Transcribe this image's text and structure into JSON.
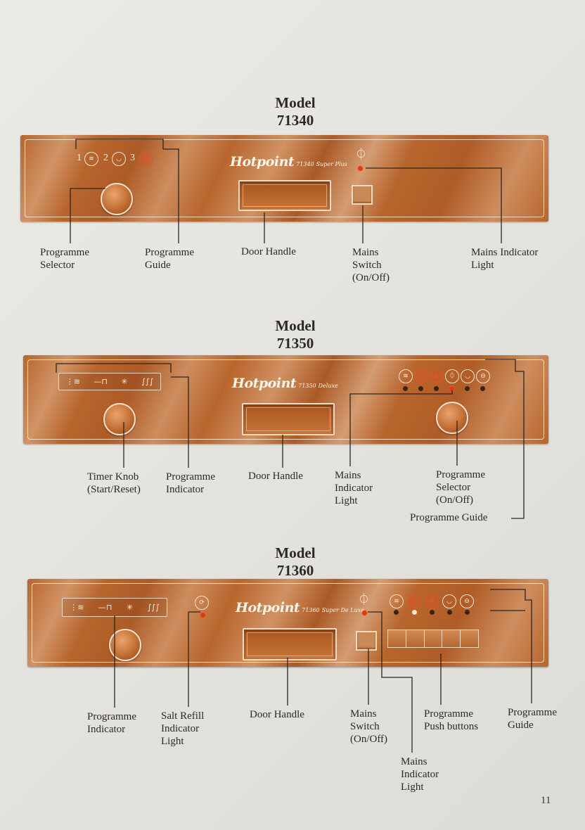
{
  "brand": "Hotpoint",
  "models": [
    {
      "title_line1": "Model",
      "title_line2": "71340",
      "badge": "71340",
      "badge_sub": "Super Plus",
      "guide_numbers": [
        "1",
        "2",
        "3"
      ],
      "labels": {
        "programme_selector": [
          "Programme",
          "Selector"
        ],
        "programme_guide": [
          "Programme",
          "Guide"
        ],
        "door_handle": [
          "Door Handle"
        ],
        "mains_switch": [
          "Mains",
          "Switch",
          "(On/Off)"
        ],
        "mains_indicator_light": [
          "Mains Indicator",
          "Light"
        ]
      }
    },
    {
      "title_line1": "Model",
      "title_line2": "71350",
      "badge": "71350",
      "badge_sub": "Deluxe",
      "labels": {
        "timer_knob": [
          "Timer Knob",
          "(Start/Reset)"
        ],
        "programme_indicator": [
          "Programme",
          "Indicator"
        ],
        "door_handle": [
          "Door Handle"
        ],
        "mains_indicator_light": [
          "Mains",
          "Indicator",
          "Light"
        ],
        "programme_selector": [
          "Programme",
          "Selector",
          "(On/Off)"
        ],
        "programme_guide": [
          "Programme Guide"
        ]
      }
    },
    {
      "title_line1": "Model",
      "title_line2": "71360",
      "badge": "71360",
      "badge_sub": "Super De Luxe",
      "labels": {
        "programme_indicator": [
          "Programme",
          "Indicator"
        ],
        "salt_refill_indicator_light": [
          "Salt Refill",
          "Indicator",
          "Light"
        ],
        "door_handle": [
          "Door Handle"
        ],
        "mains_switch": [
          "Mains",
          "Switch",
          "(On/Off)"
        ],
        "mains_indicator_light": [
          "Mains",
          "Indicator",
          "Light"
        ],
        "programme_push_buttons": [
          "Programme",
          "Push buttons"
        ],
        "programme_guide": [
          "Programme",
          "Guide"
        ]
      }
    }
  ],
  "page_number": "11",
  "colors": {
    "panel": "#b8652d",
    "led": "#e23b12",
    "text": "#2d2926"
  }
}
